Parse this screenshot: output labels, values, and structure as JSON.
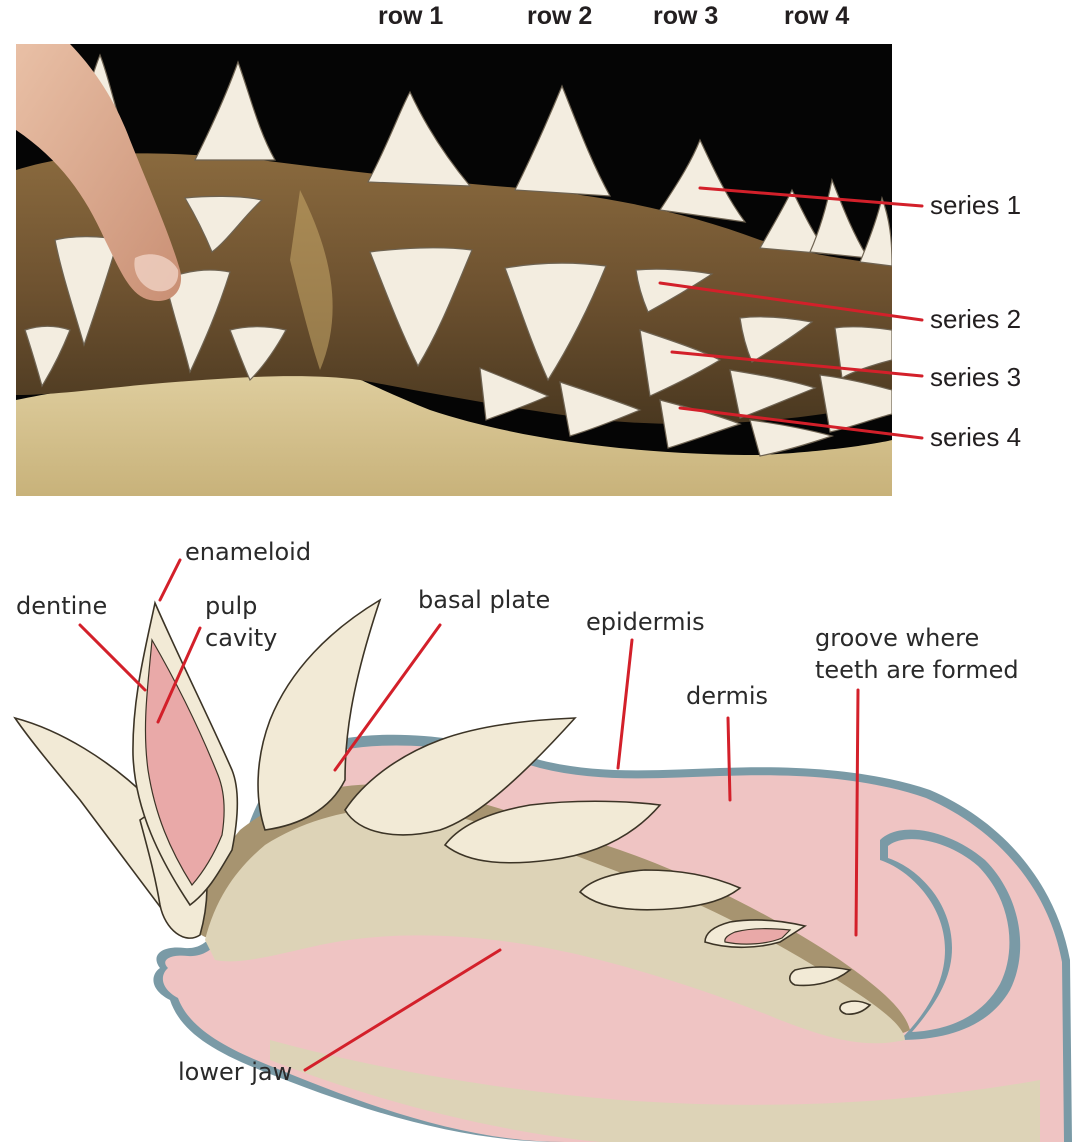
{
  "photo": {
    "row_labels": [
      "row 1",
      "row 2",
      "row 3",
      "row 4"
    ],
    "series_labels": [
      "series 1",
      "series 2",
      "series 3",
      "series 4"
    ]
  },
  "diagram": {
    "labels": {
      "enameloid": "enameloid",
      "dentine": "dentine",
      "pulp": "pulp",
      "cavity": "cavity",
      "basal_plate": "basal plate",
      "epidermis": "epidermis",
      "dermis": "dermis",
      "groove_line1": "groove where",
      "groove_line2": "teeth are formed",
      "lower_jaw": "lower jaw"
    }
  },
  "colors": {
    "leader": "#d3202a",
    "epidermis": "#7a9aa6",
    "dermis": "#efc4c3",
    "basal_plate": "#a79470",
    "jaw": "#ddd3b7",
    "tooth": "#f2ead6",
    "pulp": "#e9a9a8"
  }
}
